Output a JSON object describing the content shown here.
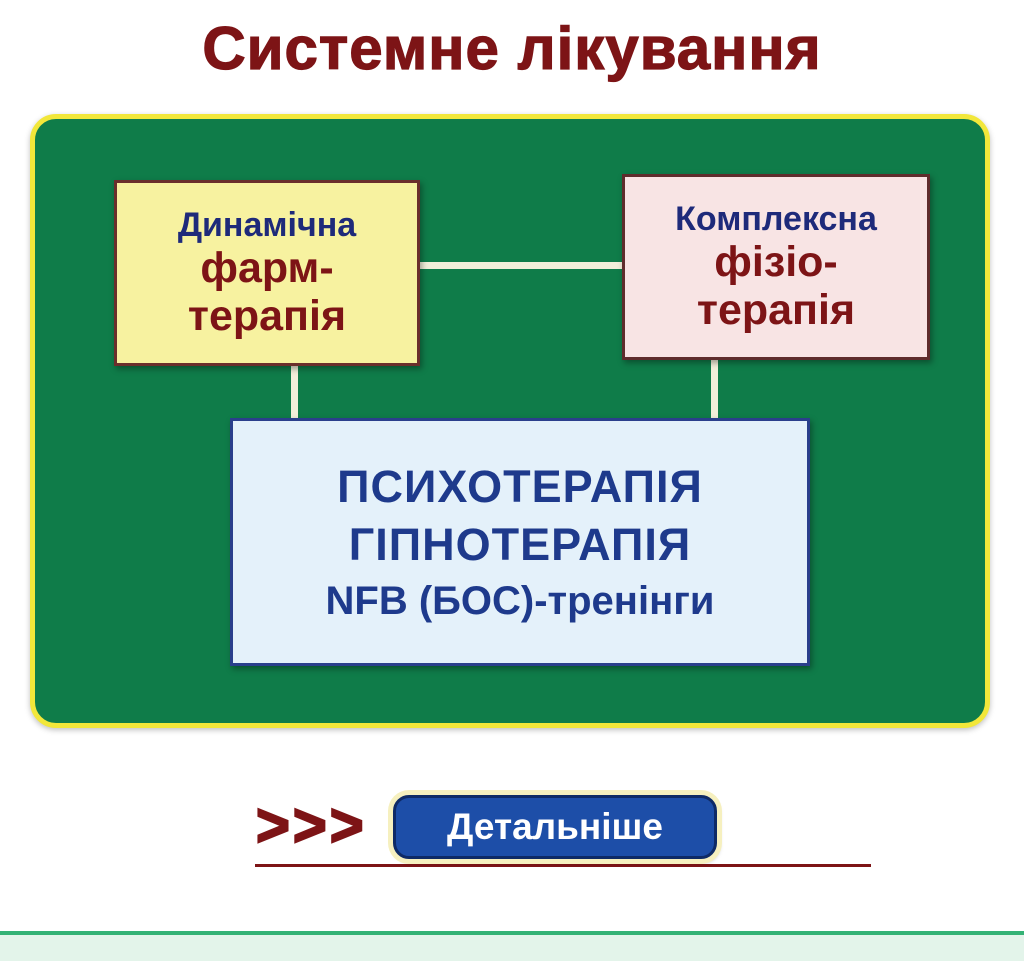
{
  "page": {
    "title": "Системне лікування"
  },
  "diagram": {
    "pharm": {
      "line1": "Динамічна",
      "line2": "фарм-",
      "line3": "терапія",
      "bg": "#f7f2a0",
      "border": "#6b2f2c"
    },
    "physio": {
      "line1": "Комплексна",
      "line2": "фізіо-",
      "line3": "терапія",
      "bg": "#f8e4e4",
      "border": "#5f2c2c"
    },
    "psycho": {
      "line1": "ПСИХОТЕРАПІЯ",
      "line2": "ГІПНОТЕРАПІЯ",
      "line3": "NFB (БОС)-тренінги",
      "bg": "#e4f1fa",
      "border": "#2a3f8c"
    }
  },
  "cta": {
    "chevrons": ">>>",
    "button_label": "Детальніше",
    "button_bg": "#1d4ea8",
    "button_text": "#ffffff"
  },
  "colors": {
    "title_text": "#7d1416",
    "panel_bg": "#0f7c49",
    "panel_border": "#f2e73a",
    "navy_text": "#1e2a7a",
    "maroon_text": "#7d1416",
    "psycho_text": "#1e3a8c",
    "connector": "#f2efda",
    "footer_line": "#34b275",
    "footer_strip": "#e3f4ea"
  }
}
